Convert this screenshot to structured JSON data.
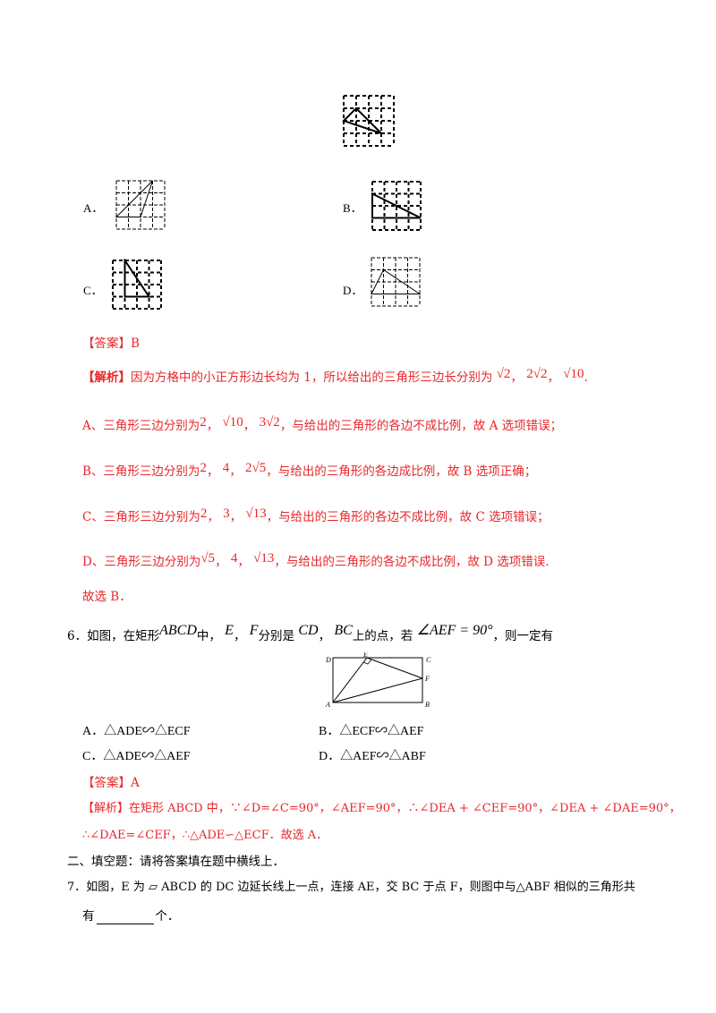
{
  "q5": {
    "option_a": "A．",
    "option_b": "B．",
    "option_c": "C．",
    "option_d": "D．",
    "answer_tag": "【答案】B",
    "analysis_tag": "【解析】",
    "analysis_line1": "因为方格中的小正方形边长均为 1，所以给出的三角形三边长分别为",
    "lengths_given": [
      "√2",
      "2√2",
      "√10"
    ],
    "line_a": {
      "prefix": "A、三角形三边分别为",
      "sides": [
        "2",
        "√10",
        "3√2"
      ],
      "suffix": "，与给出的三角形的各边不成比例，故 A 选项错误；"
    },
    "line_b": {
      "prefix": "B、三角形三边分别为",
      "sides": [
        "2",
        "4",
        "2√5"
      ],
      "suffix": "，与给出的三角形的各边成比例，故 B 选项正确；"
    },
    "line_c": {
      "prefix": "C、三角形三边分别为",
      "sides": [
        "2",
        "3",
        "√13"
      ],
      "suffix": "，与给出的三角形的各边不成比例，故 C 选项错误；"
    },
    "line_d": {
      "prefix": "D、三角形三边分别为",
      "sides": [
        "√5",
        "4",
        "√13"
      ],
      "suffix": "，与给出的三角形的各边不成比例，故 D 选项错误."
    },
    "conclusion": "故选 B．"
  },
  "q6": {
    "number": "6．如图，在矩形",
    "rect": "ABCD",
    "mid1": "中，",
    "e": "E",
    "comma": "，",
    "f": "F",
    "mid2": "分别是",
    "cd": "CD",
    "bc": "BC",
    "mid3": "上的点，若",
    "angle": "∠AEF = 90°",
    "tail": "，则一定有",
    "fig_labels": {
      "d": "D",
      "e": "E",
      "c": "C",
      "f": "F",
      "a": "A",
      "b": "B"
    },
    "options": {
      "a": "A．△ADE∽△ECF",
      "b": "B．△ECF∽△AEF",
      "c": "C．△ADE∽△AEF",
      "d": "D．△AEF∽△ABF"
    },
    "answer_tag": "【答案】A",
    "analysis_line1": "【解析】在矩形 ABCD 中，∵∠D=∠C=90°，∠AEF=90°，∴∠DEA + ∠CEF=90°，∠DEA + ∠DAE=90°，",
    "analysis_line2": "∴∠DAE=∠CEF，∴△ADE∽△ECF．故选 A．"
  },
  "section2": "二、填空题：请将答案填在题中横线上．",
  "q7": {
    "line1": "7．如图，E 为 ▱ ABCD 的 DC 边延长线上一点，连接 AE，交 BC 于点 F，则图中与△ABF 相似的三角形共",
    "line2_start": "有",
    "line2_end": "个．"
  }
}
